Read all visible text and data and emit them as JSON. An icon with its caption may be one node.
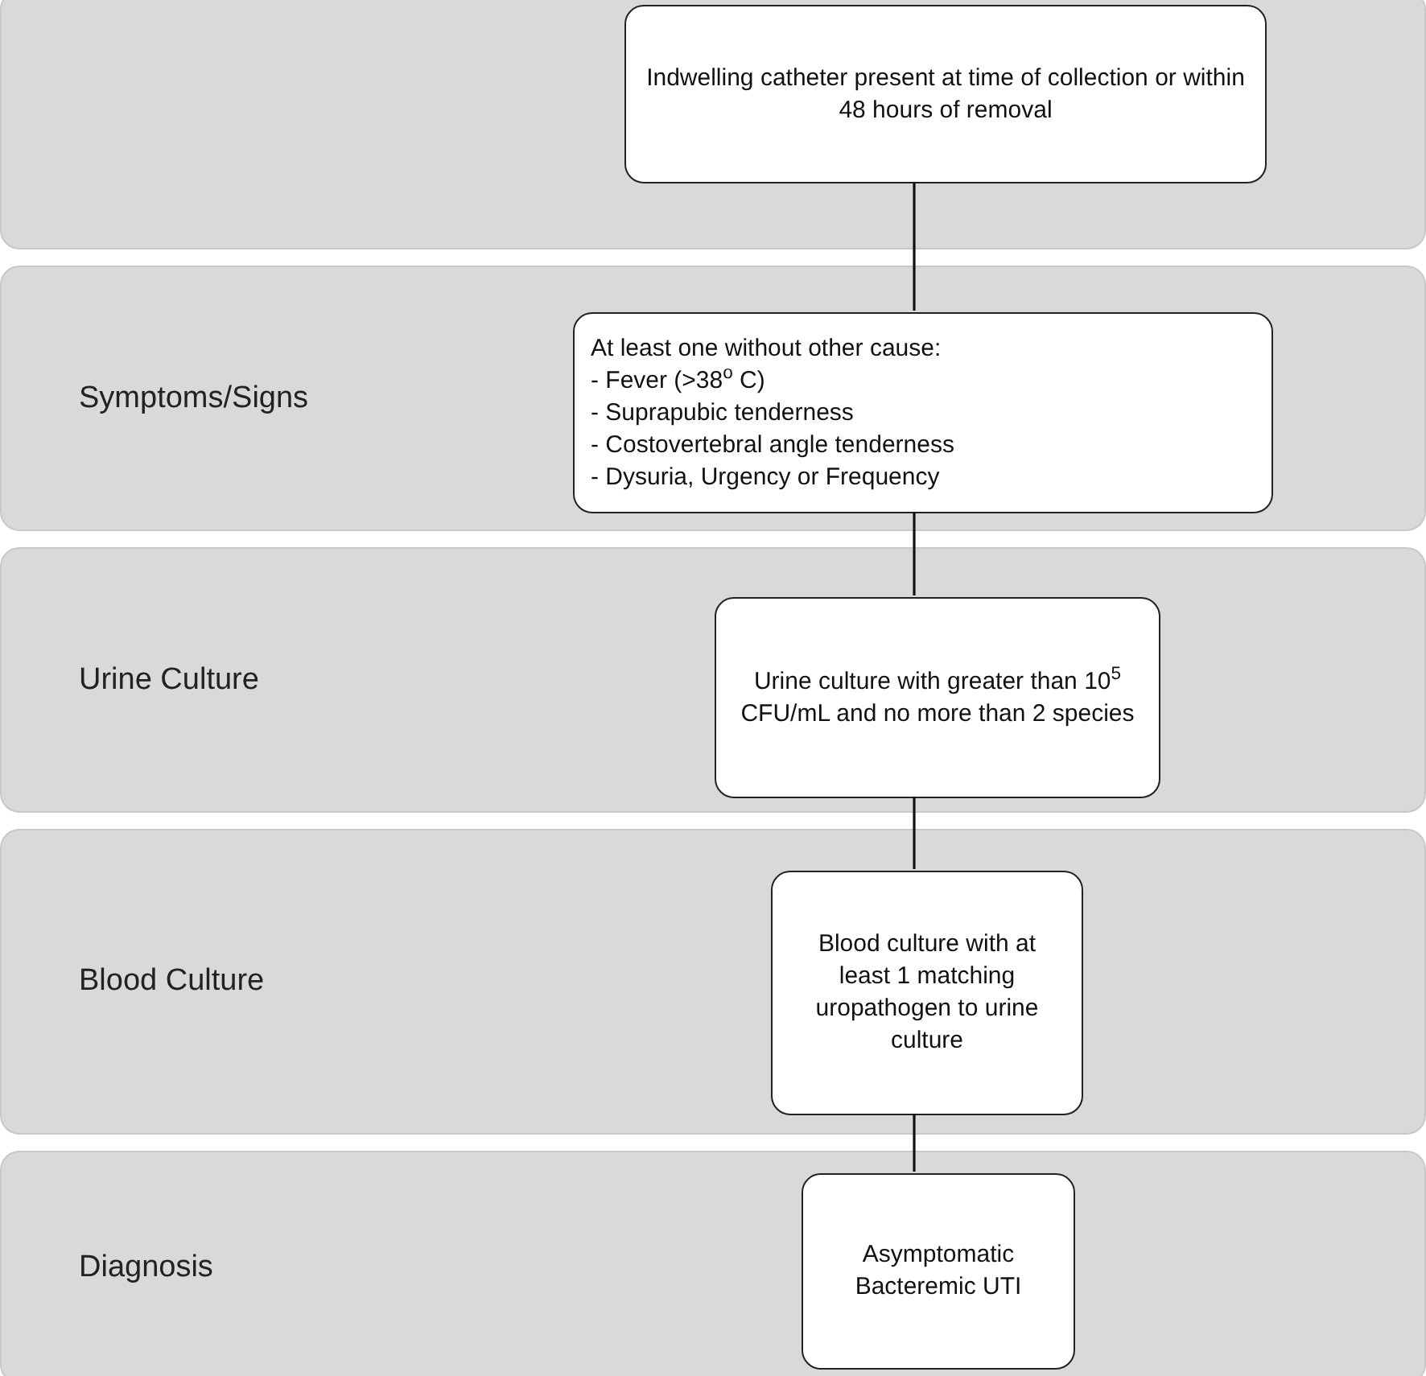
{
  "diagram": {
    "nodes": [
      {
        "text": [],
        "shape": "band"
      },
      {
        "text": [
          "Indwelling catheter present at time of collection or within 48 hours of removal"
        ],
        "in": 0
      },
      {
        "text": [
          "Symptoms/Signs"
        ]
      },
      {
        "text": [
          "At least one without other cause:",
          "- Fever (>38$^{o}$ C)",
          "- Suprapubic tenderness",
          "- Costovertebral angle tenderness",
          "- Dysuria, Urgency or Frequency"
        ],
        "in": 2
      },
      {
        "text": [
          "Urine Culture"
        ]
      },
      {
        "text": [
          "Urine culture with greater than 10$^{5}$ CFU/mL and no more than 2 species"
        ],
        "in": 4
      },
      {
        "text": [
          "Blood Culture"
        ]
      },
      {
        "text": [
          "Blood culture with at least 1 matching uropathogen to urine culture"
        ],
        "in": 6
      },
      {
        "text": [
          "Diagnosis"
        ]
      },
      {
        "text": [
          "Asymptomatic Bacteremic UTI"
        ],
        "in": 8
      }
    ],
    "edges": [
      {
        "from": 1,
        "to": 3,
        "arrow": "none"
      },
      {
        "from": 3,
        "to": 5,
        "arrow": "none"
      },
      {
        "from": 5,
        "to": 7,
        "arrow": "none"
      },
      {
        "from": 7,
        "to": 9,
        "arrow": "none"
      }
    ]
  }
}
